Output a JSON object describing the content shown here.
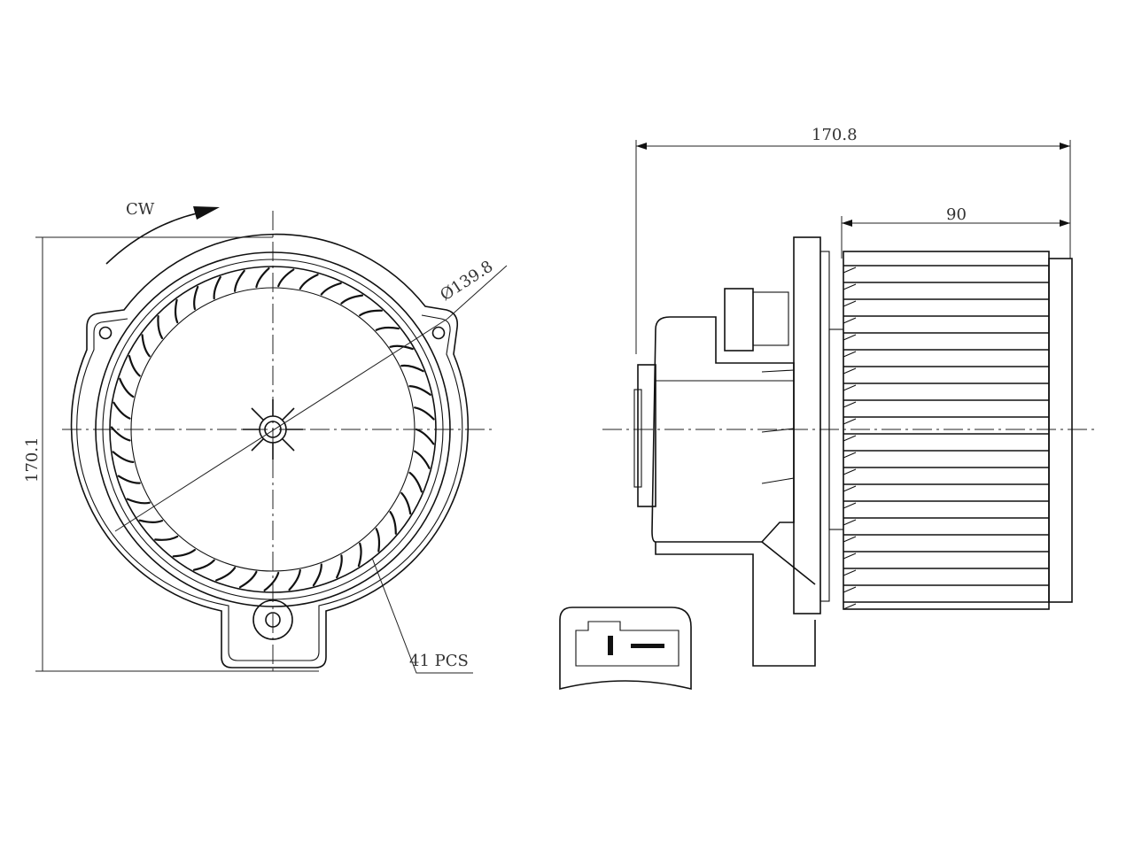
{
  "rotation_label": "CW",
  "front_view": {
    "diameter_label": "Ø139.8",
    "height_label": "170.1",
    "blade_count_label": "41 PCS",
    "blade_count": 41
  },
  "side_view": {
    "overall_length_label": "170.8",
    "wheel_width_label": "90"
  },
  "colors": {
    "line": "#111111",
    "background": "#ffffff"
  }
}
